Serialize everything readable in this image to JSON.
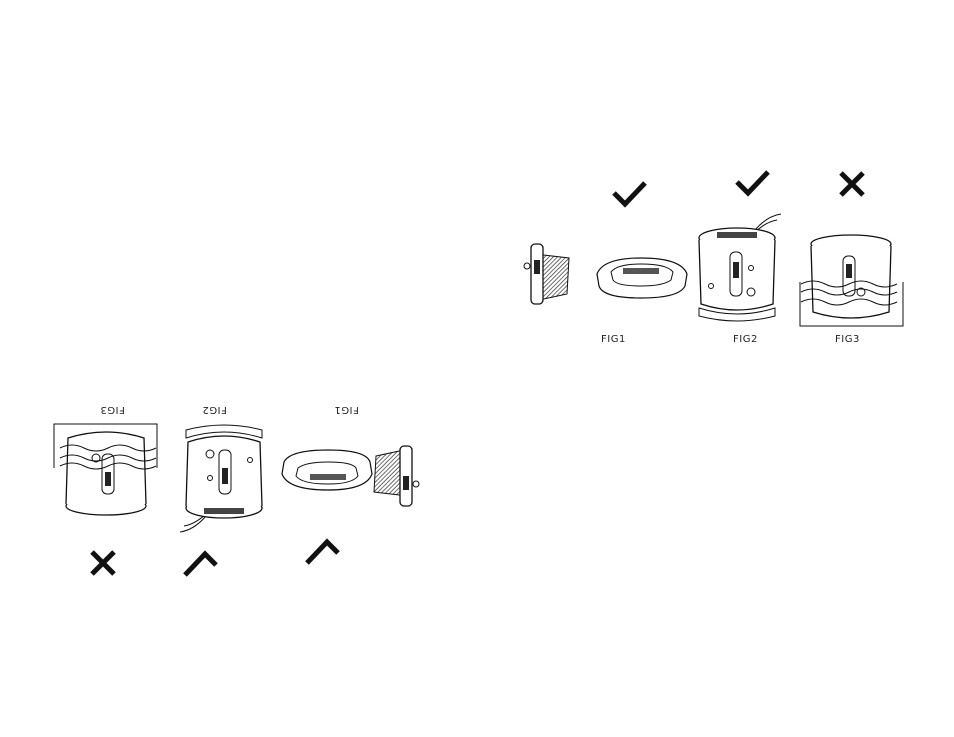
{
  "right_panel": {
    "fig1_label": "FIG1",
    "fig2_label": "FIG2",
    "fig3_label": "FIG3",
    "marks": [
      "check",
      "check",
      "cross"
    ]
  },
  "left_panel": {
    "fig3_label": "FIG3",
    "fig2_label": "FIG2",
    "fig1_label": "FIG1",
    "marks": [
      "cross",
      "check",
      "check"
    ]
  },
  "icons": [
    "check-icon",
    "cross-icon"
  ],
  "colors": {
    "line": "#111111",
    "hatch": "#333333",
    "background": "#ffffff"
  }
}
